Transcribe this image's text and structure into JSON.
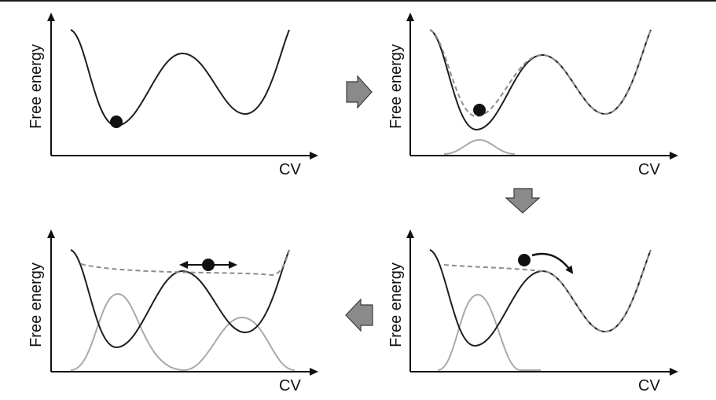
{
  "panels": [
    {
      "id": "panel-1",
      "ylabel": "Free energy",
      "xlabel": "CV"
    },
    {
      "id": "panel-2",
      "ylabel": "Free energy",
      "xlabel": "CV"
    },
    {
      "id": "panel-3",
      "ylabel": "Free energy",
      "xlabel": "CV"
    },
    {
      "id": "panel-4",
      "ylabel": "Free energy",
      "xlabel": "CV"
    }
  ],
  "colors": {
    "axis": "#111111",
    "curve": "#1e1e1e",
    "dashed": "#8c8c8c",
    "gaussian": "#a9a9a9",
    "particle": "#111111",
    "arrow_fill": "#8a8a8a",
    "arrow_stroke": "#3a3a3a"
  },
  "icons": {
    "flow_arrows": [
      "arrow-right-icon",
      "arrow-down-icon",
      "arrow-left-icon"
    ],
    "motion": [
      "curved-arrow-icon",
      "double-arrow-icon"
    ]
  }
}
